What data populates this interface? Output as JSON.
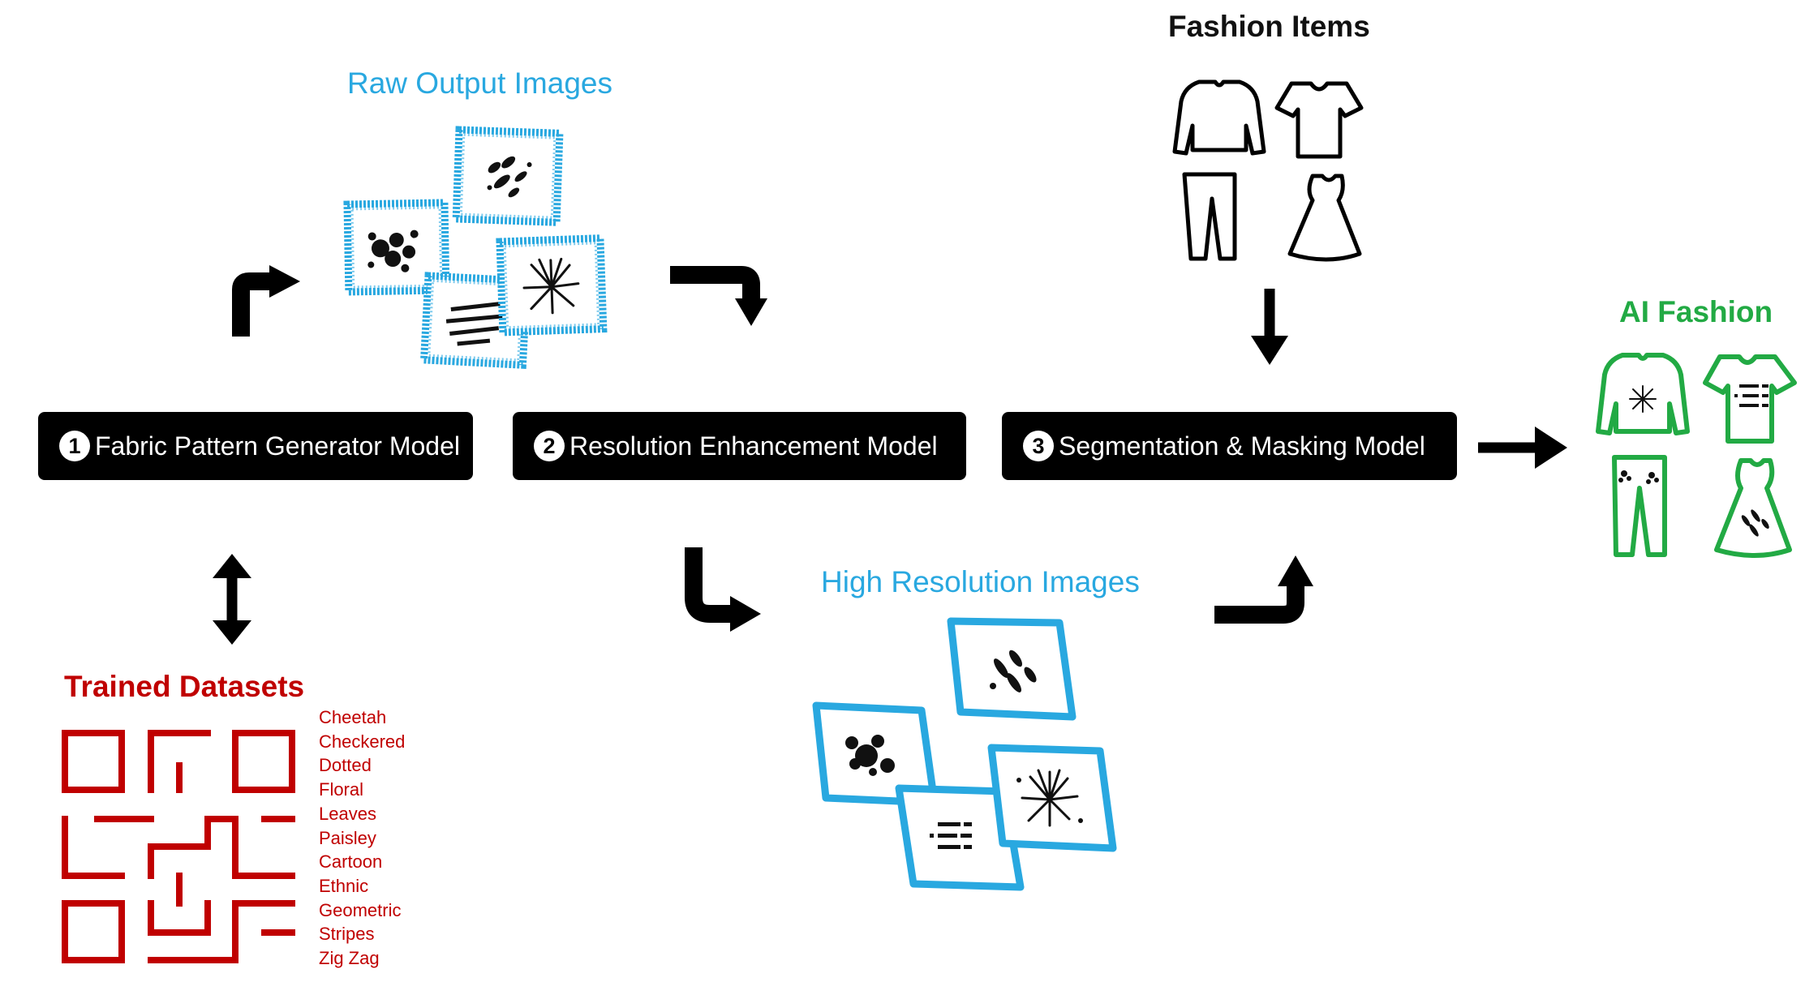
{
  "titles": {
    "raw_output": "Raw Output Images",
    "fashion_items": "Fashion Items",
    "ai_fashion": "AI Fashion",
    "high_resolution": "High Resolution Images",
    "trained_datasets": "Trained Datasets"
  },
  "models": [
    {
      "number": "1",
      "label": "Fabric Pattern Generator Model"
    },
    {
      "number": "2",
      "label": "Resolution Enhancement Model"
    },
    {
      "number": "3",
      "label": "Segmentation & Masking Model"
    }
  ],
  "datasets": [
    "Cheetah",
    "Checkered",
    "Dotted",
    "Floral",
    "Leaves",
    "Paisley",
    "Cartoon",
    "Ethnic",
    "Geometric",
    "Stripes",
    "Zig Zag"
  ],
  "colors": {
    "blue": "#29a8e0",
    "green": "#22aa44",
    "red": "#c00000",
    "black": "#000000"
  },
  "icons": {
    "fashion_items": [
      "sweater-icon",
      "tshirt-icon",
      "pants-icon",
      "dress-icon"
    ],
    "patterns": [
      "dots-pattern-icon",
      "stripes-pattern-icon",
      "bubbles-pattern-icon",
      "fireworks-pattern-icon"
    ]
  }
}
